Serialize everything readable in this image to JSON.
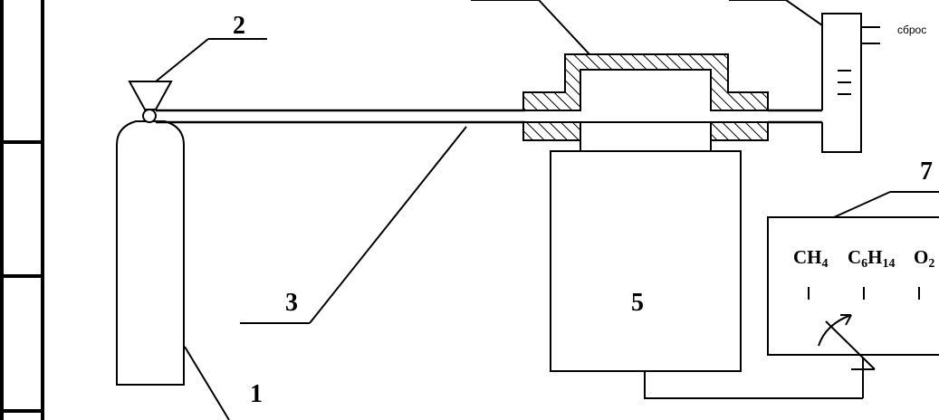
{
  "labels": {
    "cylinder": "1",
    "valve": "2",
    "tube": "3",
    "oven": "5",
    "analyzer": "7",
    "vent": "сброс"
  },
  "analyzer_gases": [
    {
      "main": "CH",
      "sub": "4",
      "main2": "",
      "sub2": ""
    },
    {
      "main": "C",
      "sub": "6",
      "main2": "H",
      "sub2": "14"
    },
    {
      "main": "O",
      "sub": "2",
      "main2": "",
      "sub2": ""
    }
  ]
}
